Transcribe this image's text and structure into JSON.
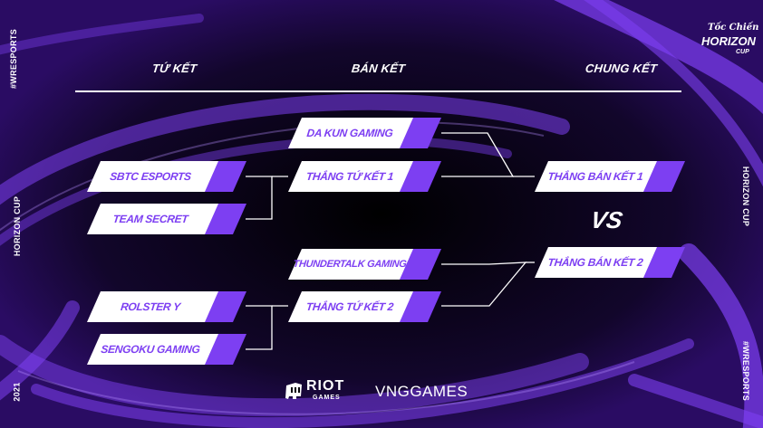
{
  "colors": {
    "accent": "#7d3ff2",
    "background": "#030208",
    "text": "#ffffff"
  },
  "headers": {
    "quarter": "TỨ KẾT",
    "semi": "BÁN KẾT",
    "final": "CHUNG KẾT"
  },
  "side": {
    "left_top": "#WRESPORTS",
    "left_mid": "HORIZON CUP",
    "left_bottom": "2021",
    "right_mid": "HORIZON CUP",
    "right_bottom": "#WRESPORTS"
  },
  "logo": {
    "line1": "Tốc Chiến",
    "line2": "HORIZON",
    "line3": "CUP"
  },
  "quarterfinals": [
    "SBTC ESPORTS",
    "TEAM SECRET",
    "ROLSTER Y",
    "SENGOKU GAMING"
  ],
  "semifinals": [
    "DA KUN GAMING",
    "THẮNG TỨ KẾT 1",
    "THUNDERTALK GAMING",
    "THẮNG TỨ KẾT 2"
  ],
  "finals": [
    "THẮNG BÁN KẾT 1",
    "THẮNG BÁN KẾT 2"
  ],
  "vs": "VS",
  "sponsors": {
    "riot_line1": "RIOT",
    "riot_line2": "GAMES",
    "vng": "VNGGAMES"
  }
}
